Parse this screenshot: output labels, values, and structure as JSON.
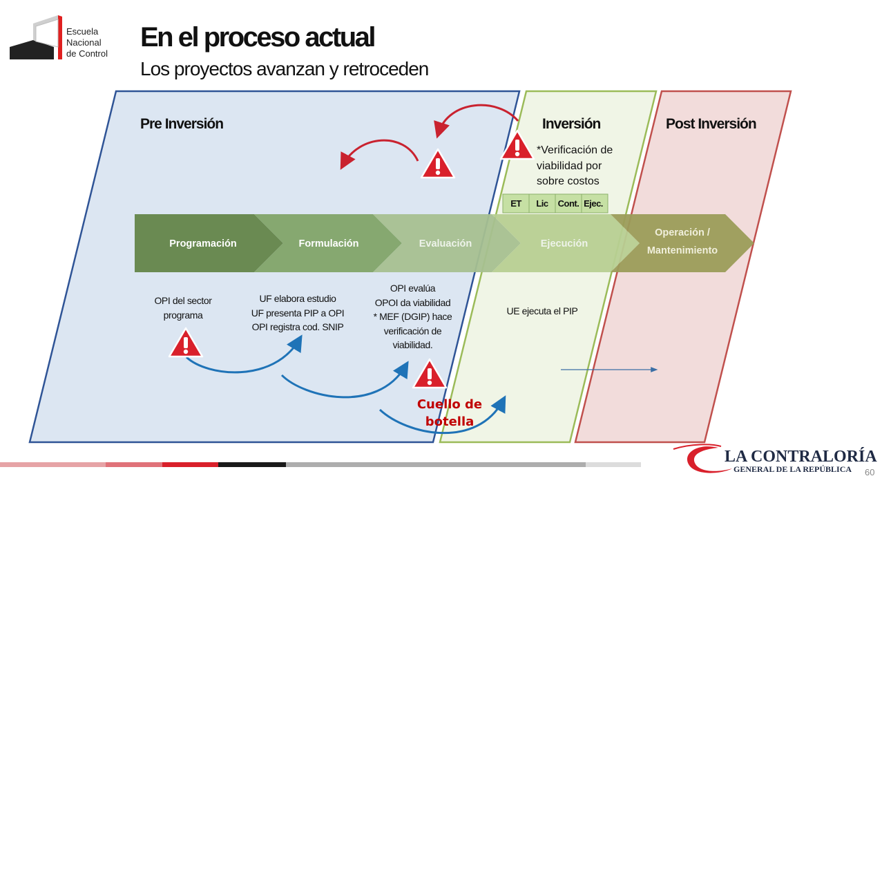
{
  "logo": {
    "lines": [
      "Escuela",
      "Nacional",
      "de Control"
    ]
  },
  "header": {
    "title": "En el proceso actual",
    "subtitle": "Los proyectos avanzan y retroceden"
  },
  "phases": {
    "pre": "Pre Inversión",
    "inv": "Inversión",
    "post": "Post Inversión"
  },
  "verification_note": [
    "*Verificación de",
    "viabilidad por",
    "sobre costos"
  ],
  "inversion_stages": [
    "ET",
    "Lic",
    "Cont.",
    "Ejec."
  ],
  "process_steps": [
    "Programación",
    "Formulación",
    "Evaluación",
    "Ejecución",
    "Operación /",
    "Mantenimiento"
  ],
  "notes": {
    "programacion": [
      "OPI del sector",
      "programa"
    ],
    "formulacion": [
      "UF elabora estudio",
      "UF presenta PIP a OPI",
      "OPI registra cod. SNIP"
    ],
    "evaluacion": [
      "OPI evalúa",
      "OPOI da viabilidad",
      "* MEF (DGIP) hace",
      "verificación de",
      "viabilidad."
    ],
    "ejecucion": [
      "UE ejecuta el PIP"
    ]
  },
  "bottleneck": [
    "Cuello de",
    "botella"
  ],
  "footer": {
    "brand_line1": "LA CONTRALORÍA",
    "brand_line2": "GENERAL DE LA REPÚBLICA",
    "page_number": "60"
  },
  "colors": {
    "pre_fill": "#dce6f2",
    "pre_border": "#2f5496",
    "inv_fill": "#ebf1de",
    "inv_border": "#9bbb59",
    "post_fill": "#f2dcdb",
    "post_border": "#c0504d",
    "arrow_blue": "#1f73b7",
    "arrow_red": "#c9222f"
  }
}
